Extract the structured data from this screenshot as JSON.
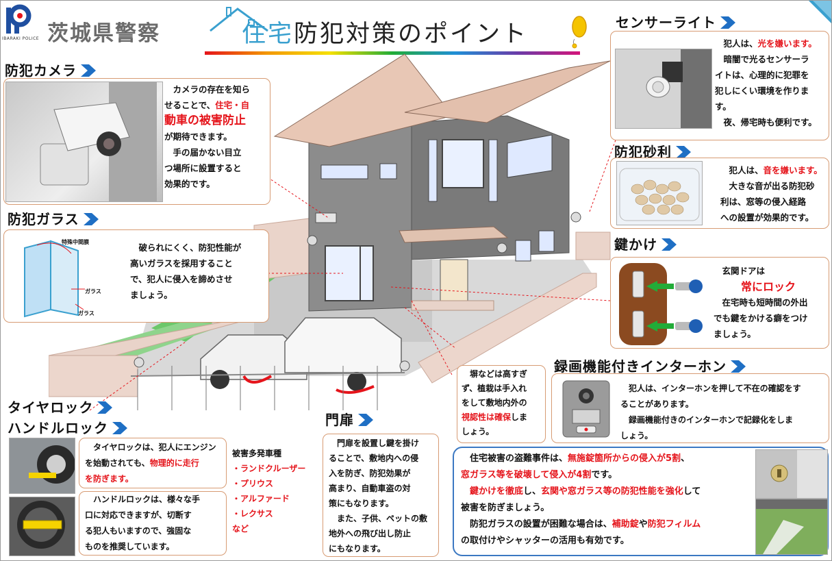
{
  "header": {
    "logo_text": "IBARAKI POLICE",
    "org": "茨城県警察",
    "title_highlight": "住宅",
    "title_rest": "防犯対策のポイント"
  },
  "camera": {
    "heading": "防犯カメラ",
    "l1": "カメラの存在を知ら",
    "l2a": "せることで、",
    "l2b": "住宅・自",
    "l3": "動車の被害防止",
    "l4": "が期待できます。",
    "l5": "手の届かない目立",
    "l6": "つ場所に設置すると",
    "l7": "効果的です。"
  },
  "glass": {
    "heading": "防犯ガラス",
    "diagram_film": "特殊中間膜",
    "diagram_glass1": "ガラス",
    "diagram_glass2": "ガラス",
    "l1": "破られにくく、防犯性能が",
    "l2": "高いガラスを採用すること",
    "l3": "で、犯人に侵入を諦めさせ",
    "l4": "ましょう。"
  },
  "sensor": {
    "heading": "センサーライト",
    "l1a": "犯人は、",
    "l1b": "光を嫌います。",
    "l2": "暗闇で光るセンサーラ",
    "l3": "イトは、心理的に犯罪を",
    "l4": "犯しにくい環境を作りま",
    "l5": "す。",
    "l6": "夜、帰宅時も便利です。"
  },
  "gravel": {
    "heading": "防犯砂利",
    "l1a": "犯人は、",
    "l1b": "音を嫌います。",
    "l2": "大きな音が出る防犯砂",
    "l3": "利は、窓等の侵入経路",
    "l4": "への設置が効果的です。"
  },
  "lock": {
    "heading": "鍵かけ",
    "l1": "玄関ドアは",
    "l2": "常にロック",
    "l3": "在宅時も短時間の外出",
    "l4": "でも鍵をかける癖をつけ",
    "l5": "ましょう。"
  },
  "intercom": {
    "heading": "録画機能付きインターホン",
    "l1": "犯人は、インターホンを押して不在の確認をす",
    "l2": "ることがあります。",
    "l3": "録画機能付きのインターホンで記録化をしま",
    "l4": "しょう。"
  },
  "fence": {
    "l1": "塀などは高すぎ",
    "l2": "ず、植栽は手入れ",
    "l3": "をして敷地内外の",
    "l4a": "視認性は確保",
    "l4b": "しま",
    "l5": "しょう。"
  },
  "tire": {
    "heading1": "タイヤロック",
    "heading2": "ハンドルロック",
    "t1": "タイヤロックは、犯人にエンジン",
    "t2a": "を始動されても、",
    "t2b": "物理的に走行",
    "t3a": "を防ぎます。",
    "h1": "ハンドルロックは、様々な手",
    "h2": "口に対応できますが、切断す",
    "h3": "る犯人もいますので、強固な",
    "h4": "ものを推奨しています。",
    "victim_title": "被害多発車種",
    "victims": [
      "・ランドクルーザー",
      "・プリウス",
      "・アルファード",
      "・レクサス"
    ],
    "victim_etc": "など"
  },
  "gate": {
    "heading": "門扉",
    "l1": "門扉を設置し鍵を掛け",
    "l2": "ることで、敷地内への侵",
    "l3": "入を防ぎ、防犯効果が",
    "l4": "高まり、自動車盗の対",
    "l5": "策にもなります。",
    "l6": "また、子供、ペットの敷",
    "l7": "地外への飛び出し防止",
    "l8": "にもなります。"
  },
  "summary": {
    "l1a": "住宅被害の盗難事件は、",
    "l1b": "無施錠箇所からの侵入が5割",
    "l1c": "、",
    "l2a": "窓ガラス等を破壊して侵入が4割",
    "l2b": "です。",
    "l3a": "鍵かけを徹底",
    "l3b": "し、",
    "l3c": "玄関や窓ガラス等の防犯性能を強化",
    "l3d": "して",
    "l4": "被害を防ぎましょう。",
    "l5a": "防犯ガラスの設置が困難な場合は、",
    "l5b": "補助錠",
    "l5c": "や",
    "l5d": "防犯フィルム",
    "l6": "の取付けやシャッターの活用も有効です。"
  },
  "colors": {
    "accent_red": "#e5141b",
    "arrow_blue": "#1f6fc4",
    "box_border": "#d79b73",
    "summary_border": "#3b78c2"
  }
}
